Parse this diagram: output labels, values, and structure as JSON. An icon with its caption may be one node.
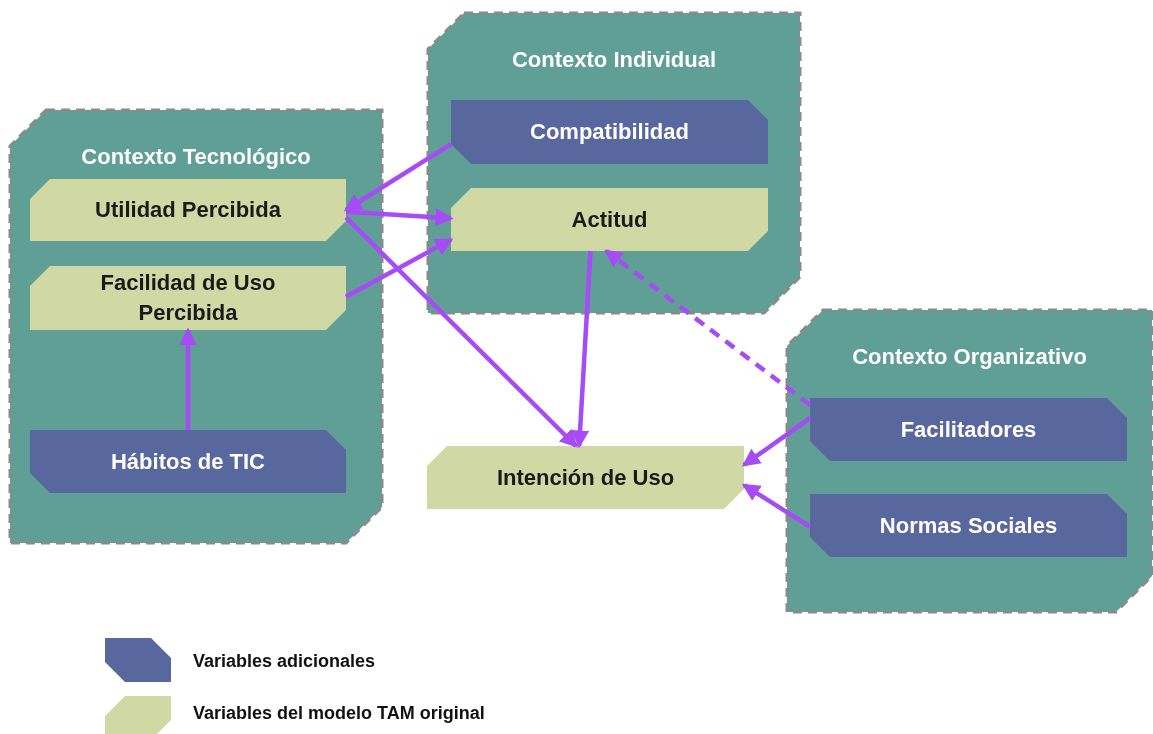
{
  "diagram": {
    "nodes": [
      {
        "text": [
          "Contexto Tecnológico"
        ]
      },
      {
        "text": [
          "Utilidad Percibida"
        ],
        "in": 0
      },
      {
        "text": [
          "Facilidad de Uso Percibida"
        ],
        "in": 0
      },
      {
        "text": [
          "Hábitos de TIC"
        ],
        "in": 0
      },
      {
        "text": [
          "Contexto Individual"
        ]
      },
      {
        "text": [
          "Compatibilidad"
        ],
        "in": 4
      },
      {
        "text": [
          "Actitud"
        ],
        "in": 4
      },
      {
        "text": [
          "Intención de Uso"
        ]
      },
      {
        "text": [
          "Contexto Organizativo"
        ]
      },
      {
        "text": [
          "Facilitadores"
        ],
        "in": 8
      },
      {
        "text": [
          "Normas Sociales"
        ],
        "in": 8
      }
    ],
    "edges": [
      {
        "from": 5,
        "to": 1,
        "arrow": "to"
      },
      {
        "from": 1,
        "to": 6,
        "arrow": "to"
      },
      {
        "from": 2,
        "to": 6,
        "arrow": "to"
      },
      {
        "from": 1,
        "to": 7,
        "arrow": "to"
      },
      {
        "from": 6,
        "to": 7,
        "arrow": "to"
      },
      {
        "from": 9,
        "to": 6,
        "arrow": "to",
        "style": "dashed"
      },
      {
        "from": 9,
        "to": 7,
        "arrow": "to"
      },
      {
        "from": 10,
        "to": 7,
        "arrow": "to"
      },
      {
        "from": 3,
        "to": 2,
        "arrow": "to"
      }
    ],
    "legend": [
      {
        "text": "Variables adicionales",
        "color": "#58679e"
      },
      {
        "text": "Variables del modelo TAM original",
        "color": "#d0d8a4"
      }
    ]
  }
}
